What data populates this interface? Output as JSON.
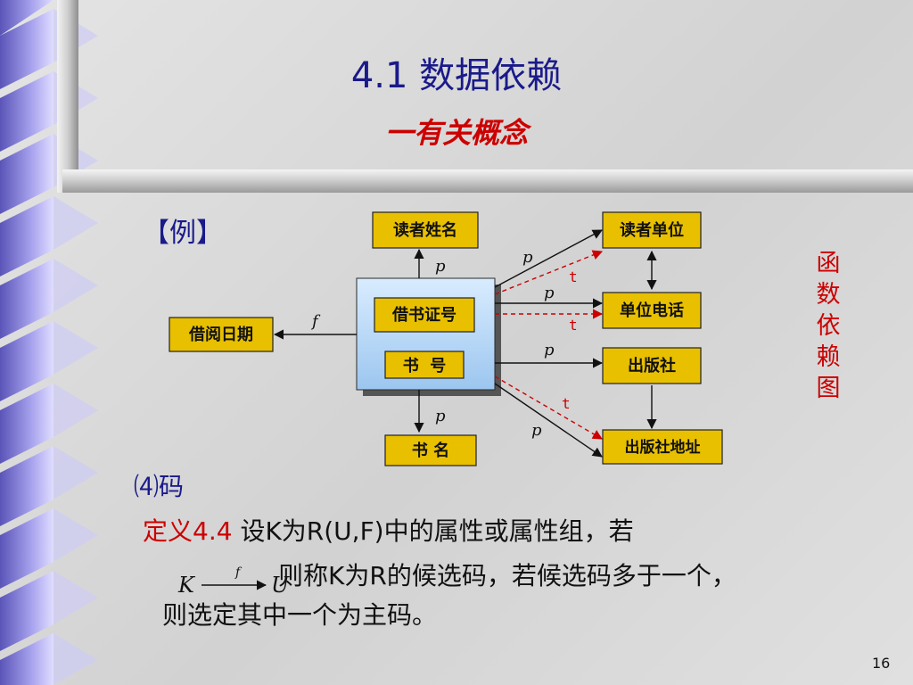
{
  "title": {
    "main": "4.1 数据依赖",
    "subtitle": "一有关概念"
  },
  "example_label": "【例】",
  "diagram": {
    "nodes": {
      "reader_name": "读者姓名",
      "reader_unit": "读者单位",
      "unit_phone": "单位电话",
      "publisher": "出版社",
      "publisher_address": "出版社地址",
      "borrow_date": "借阅日期",
      "card_no": "借书证号",
      "book_no": "书  号",
      "book_title": "书 名"
    },
    "edge_labels": {
      "p": "p",
      "t": "t",
      "f": "f"
    },
    "side_label": [
      "函",
      "数",
      "依",
      "赖",
      "图"
    ]
  },
  "section": {
    "heading": "⑷码"
  },
  "definition": {
    "label": "定义4.4",
    "line1_text": "设K为R(U,F)中的属性或属性组，若",
    "line2_text": "则称K为R的候选码，若候选码多于一个，",
    "line3_text": "则选定其中一个为主码。"
  },
  "formula": {
    "left": "K",
    "arrow_label": "f",
    "right": "U"
  },
  "page_number": "16",
  "colors": {
    "title_blue": "#1a1a8a",
    "accent_red": "#cc0000",
    "node_fill": "#e8c000",
    "deco_purple": "#8a84d8"
  }
}
